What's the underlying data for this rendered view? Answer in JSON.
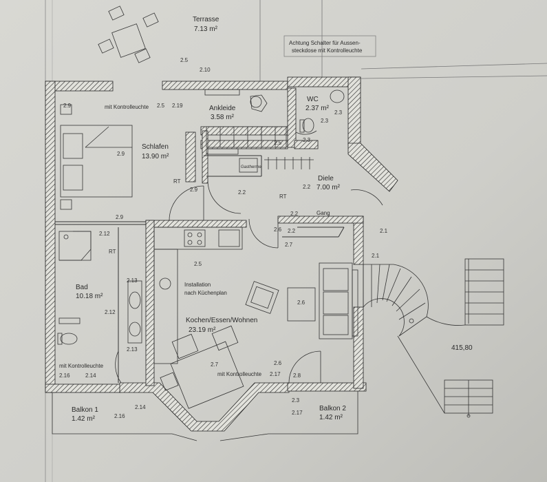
{
  "rooms": {
    "terrasse": {
      "name": "Terrasse",
      "area": "7.13 m²"
    },
    "ankleide": {
      "name": "Ankleide",
      "area": "3.58 m²"
    },
    "wc": {
      "name": "WC",
      "area": "2.37 m²"
    },
    "schlafen": {
      "name": "Schlafen",
      "area": "13.90 m²"
    },
    "diele": {
      "name": "Diele",
      "area": "7.00 m²"
    },
    "gang": {
      "name": "Gang"
    },
    "bad": {
      "name": "Bad",
      "area": "10.18 m²"
    },
    "kochen": {
      "name": "Kochen/Essen/Wohnen",
      "area": "23.19 m²"
    },
    "balkon1": {
      "name": "Balkon 1",
      "area": "1.42 m²"
    },
    "balkon2": {
      "name": "Balkon 2",
      "area": "1.42 m²"
    }
  },
  "notes": {
    "achtung_line1": "Achtung Schalter für Aussen-",
    "achtung_line2": "steckdose mit Kontrolleuchte",
    "kontroll_top": "mit Kontrolleuchte",
    "kontroll_bad": "mit Kontrolleuchte",
    "kontroll_kochen": "mit Kontrolleuchte",
    "installation_line1": "Installation",
    "installation_line2": "nach Küchenplan",
    "elevation": "415,80",
    "gastherme": "Gastherme"
  },
  "codes": {
    "c1": "2.5",
    "c2": "2.10",
    "c3": "2.9",
    "c4": "2.5",
    "c5": "2.19",
    "c6": "2.3",
    "c7": "2.3",
    "c8": "2.9",
    "c9": "RT",
    "c10": "2.9",
    "c11": "2.2",
    "c12": "RT",
    "c13": "2.2",
    "c14": "2.3",
    "c15": "2.2",
    "c16": "2.6",
    "c17": "2.7",
    "c18": "2.5",
    "c19": "2.1",
    "c20": "2.1",
    "c21": "2.13",
    "c22": "2.12",
    "c23": "RT",
    "c24": "2.13",
    "c25": "2.12",
    "c26": "2.6",
    "c27": "2.7",
    "c28": "2.6",
    "c29": "2.17",
    "c30": "2.8",
    "c31": "2.16",
    "c32": "2.14",
    "c33": "2.14",
    "c34": "2.16",
    "c35": "2.3",
    "c36": "2.17",
    "c37": "2.5",
    "c38": "2.9",
    "c39": "2.2"
  }
}
